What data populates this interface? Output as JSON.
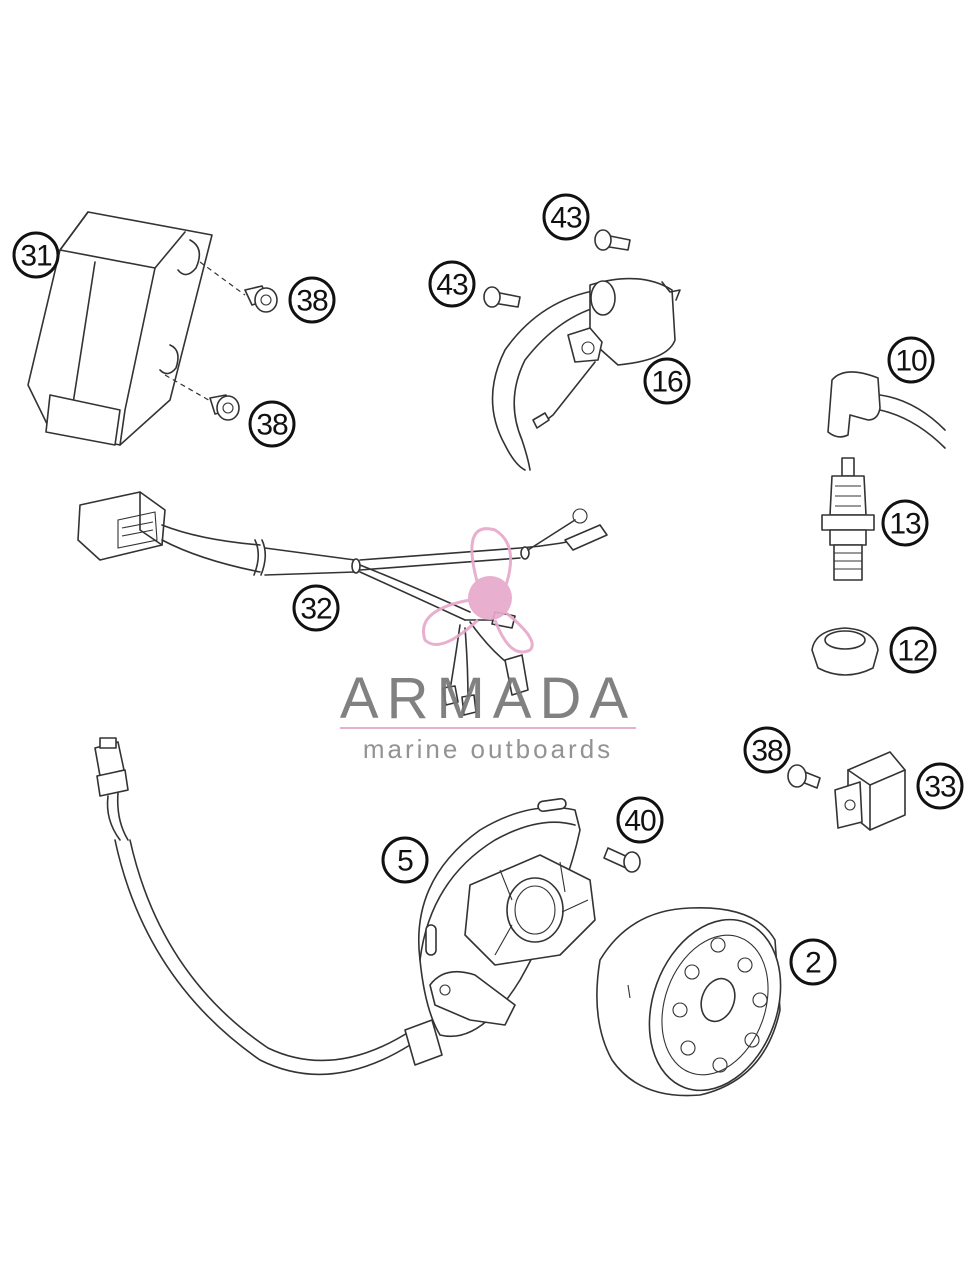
{
  "watermark": {
    "name": "ARMADA",
    "tagline": "marine outboards",
    "accent_color": "#e7a9cc"
  },
  "labels": {
    "l31": "31",
    "l38a": "38",
    "l38b": "38",
    "l43a": "43",
    "l43b": "43",
    "l16": "16",
    "l10": "10",
    "l13": "13",
    "l12": "12",
    "l32": "32",
    "l38c": "38",
    "l33": "33",
    "l40": "40",
    "l5": "5",
    "l2": "2"
  }
}
